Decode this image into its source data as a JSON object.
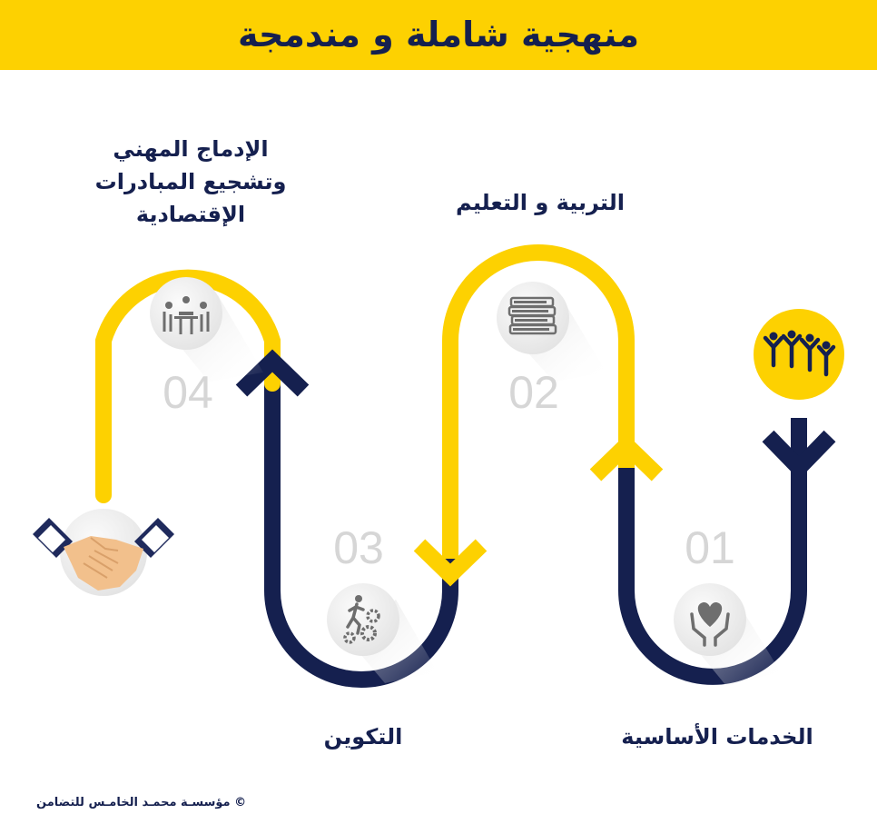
{
  "header": {
    "title": "منهجية شاملة و مندمجة"
  },
  "stages": [
    {
      "number": "01",
      "label": "الخدمات الأساسية",
      "icon": "heart-hands-icon"
    },
    {
      "number": "02",
      "label": "التربية و التعليم",
      "icon": "books-icon"
    },
    {
      "number": "03",
      "label": "التكوين",
      "icon": "person-gears-icon"
    },
    {
      "number": "04",
      "label_lines": [
        "الإدماج المهني",
        "وتشجيع المبادرات",
        "الإقتصادية"
      ],
      "icon": "meeting-icon"
    }
  ],
  "start_icon": "people-group-icon",
  "end_icon": "handshake-icon",
  "footer": {
    "copyright": "© مؤسسـة محمـد الخامـس للتضامن"
  },
  "colors": {
    "navy": "#15204f",
    "yellow": "#fdd101",
    "number_gray": "#d6d6d6",
    "circle_gray": "#ececec",
    "icon_gray": "#6e6e6e"
  }
}
